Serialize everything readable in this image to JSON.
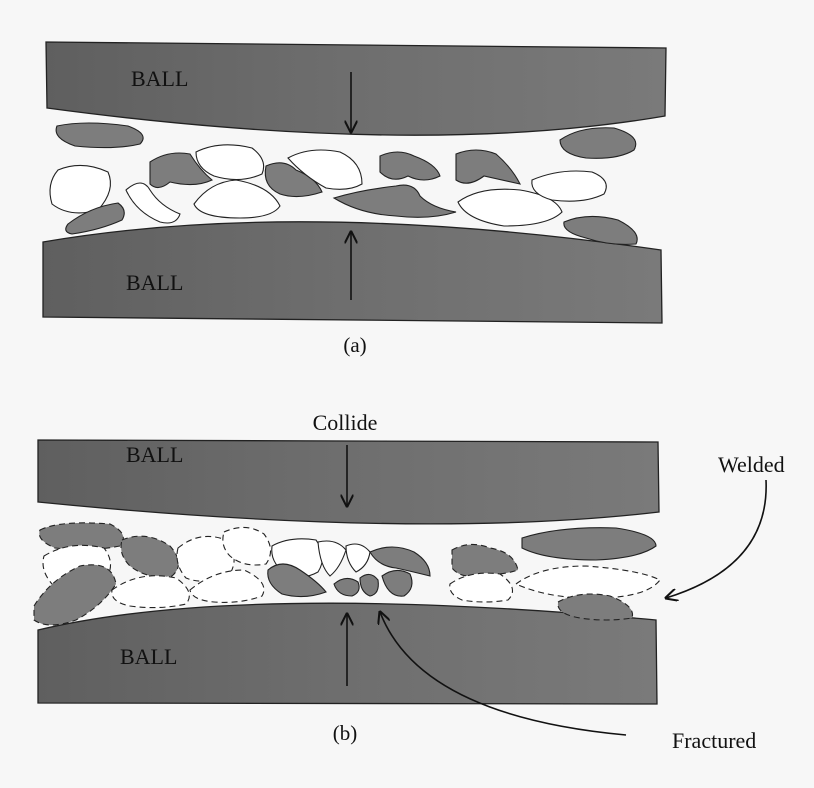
{
  "panel_a": {
    "top_ball_label": "BALL",
    "bottom_ball_label": "BALL",
    "caption": "(a)"
  },
  "panel_b": {
    "collide_label": "Collide",
    "top_ball_label": "BALL",
    "bottom_ball_label": "BALL",
    "welded_label": "Welded",
    "fractured_label": "Fractured",
    "caption": "(b)"
  },
  "colors": {
    "ball_fill": "#6f6f6f",
    "particle_dark": "#7d7d7d",
    "particle_light": "#ffffff",
    "background": "#f7f7f7"
  }
}
